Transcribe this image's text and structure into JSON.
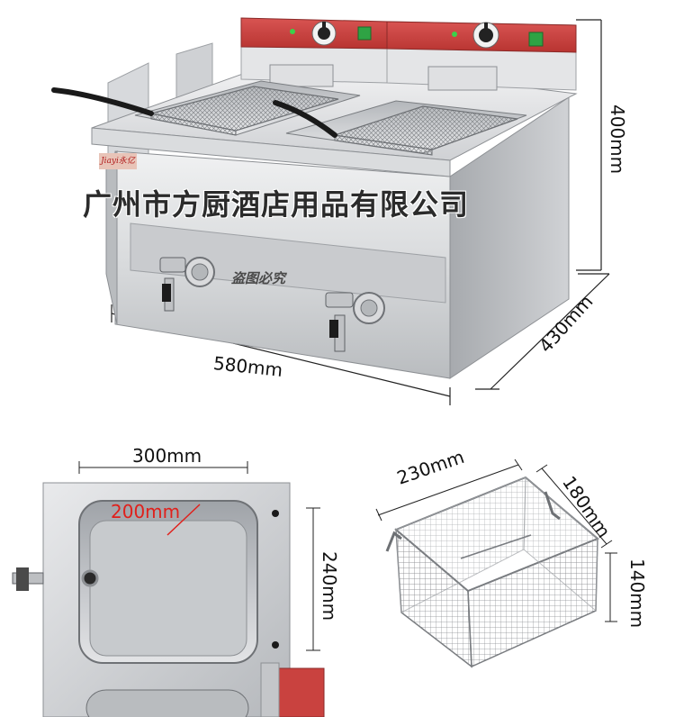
{
  "product": {
    "banner_text": "广州市方厨酒店用品有限公司",
    "watermark_text": "盗图必究",
    "brand_logo_text": "Jiayi永亿"
  },
  "dimensions": {
    "height": "400mm",
    "width": "580mm",
    "depth": "430mm",
    "tank_width": "300mm",
    "tank_inner": "200mm",
    "tank_height": "240mm",
    "basket_width": "230mm",
    "basket_depth": "180mm",
    "basket_height": "140mm"
  },
  "colors": {
    "steel_light": "#e6e7e9",
    "steel_mid": "#c4c6c9",
    "steel_dark": "#8d9094",
    "control_panel_red": "#c9423f",
    "switch_green": "#2fa344",
    "dim_red_label": "#e0201b"
  }
}
